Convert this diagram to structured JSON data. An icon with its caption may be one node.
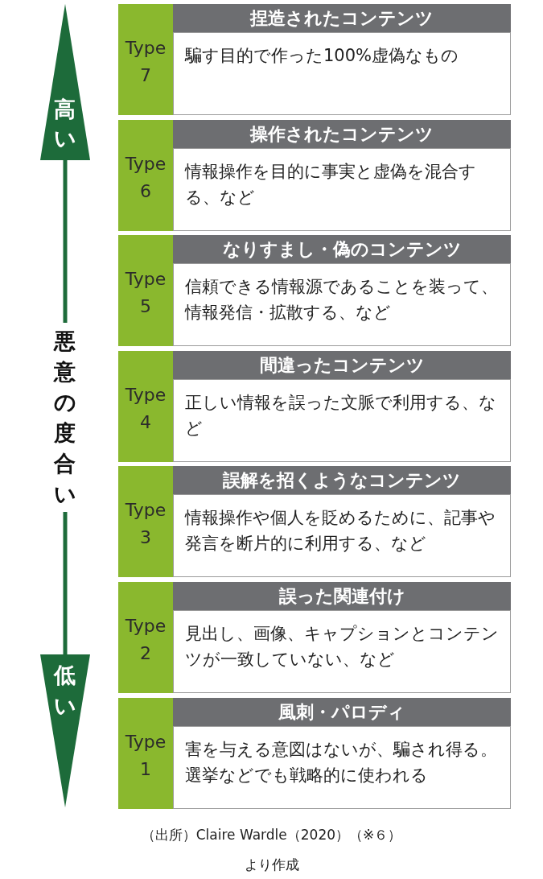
{
  "diagram": {
    "caption": "（出所）Claire Wardle（2020）（※６）より作成",
    "nodes": [
      {
        "text": [
          "Type 7",
          "捏造されたコンテンツ",
          "騙す目的で作った100%虚偽なもの"
        ]
      },
      {
        "text": [
          "Type 6",
          "操作されたコンテンツ",
          "情報操作を目的に事実と虚偽を混合する、など"
        ]
      },
      {
        "text": [
          "Type 5",
          "なりすまし・偽のコンテンツ",
          "信頼できる情報源であることを装って、情報発信・拡散する、など"
        ]
      },
      {
        "text": [
          "Type 4",
          "間違ったコンテンツ",
          "正しい情報を誤った文脈で利用する、など"
        ]
      },
      {
        "text": [
          "Type 3",
          "誤解を招くようなコンテンツ",
          "情報操作や個人を貶めるために、記事や発言を断片的に利用する、など"
        ]
      },
      {
        "text": [
          "Type 2",
          "誤った関連付け",
          "見出し、画像、キャプションとコンテンツが一致していない、など"
        ]
      },
      {
        "text": [
          "Type 1",
          "風刺・パロディ",
          "害を与える意図はないが、騙され得る。選挙などでも戦略的に使われる"
        ]
      }
    ],
    "labels": [
      "高い",
      "悪意の度合い",
      "低い"
    ]
  }
}
